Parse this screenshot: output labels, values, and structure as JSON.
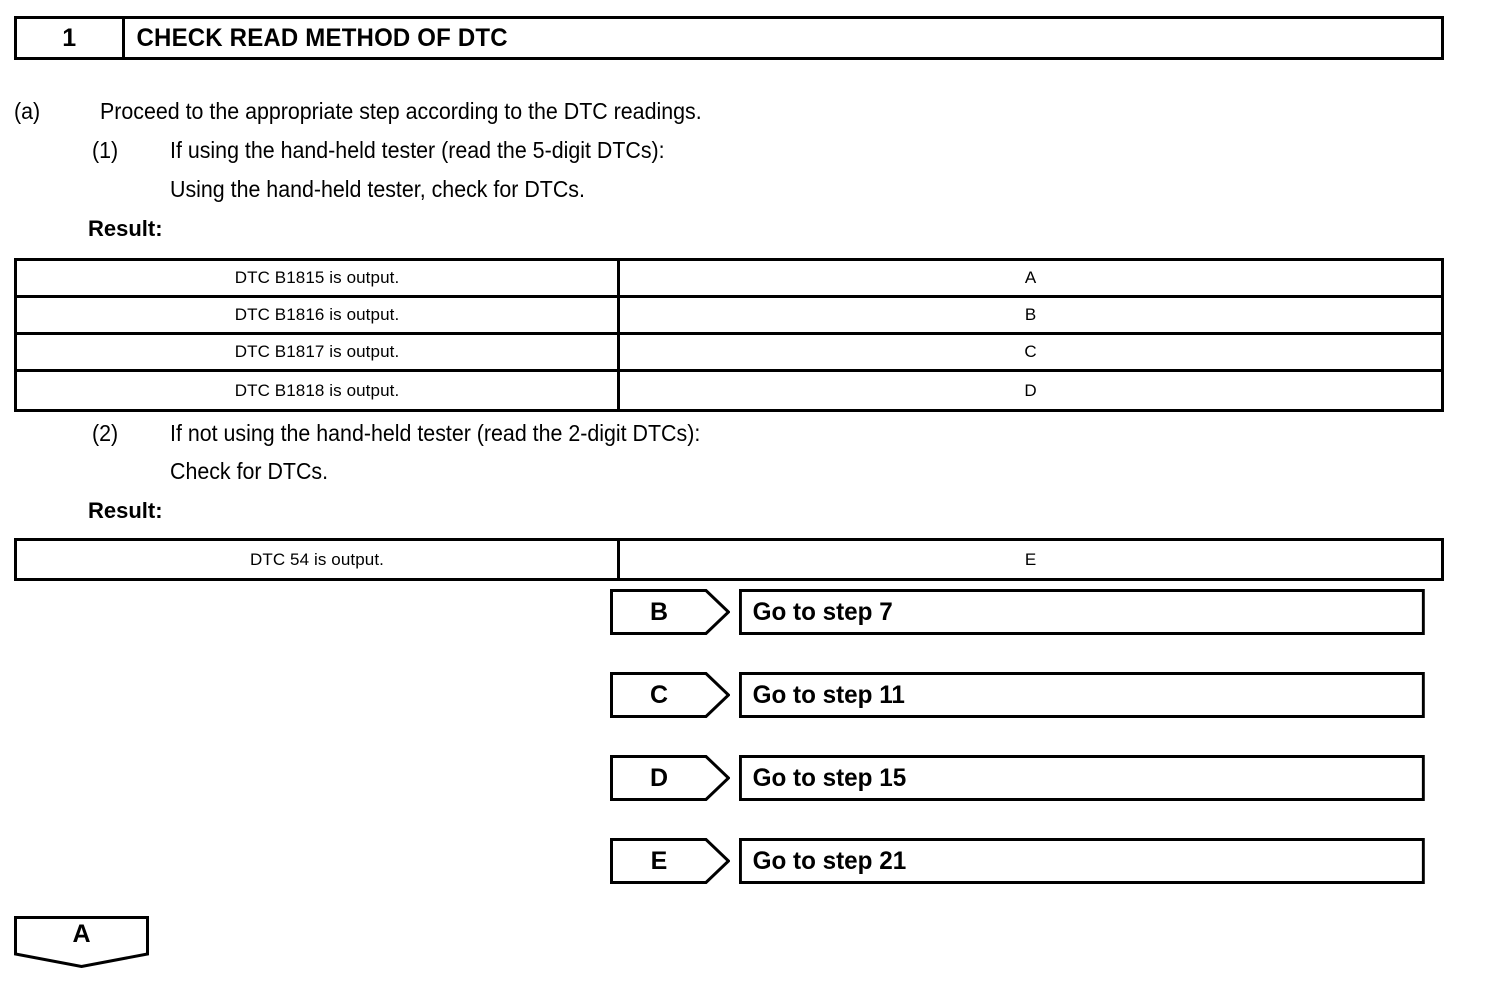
{
  "step_header": {
    "number": "1",
    "title": "CHECK READ METHOD OF DTC"
  },
  "body": {
    "item_a_marker": "(a)",
    "item_a_text": "Proceed to the appropriate step according to the DTC readings.",
    "sub1_marker": "(1)",
    "sub1_line1": "If using the hand-held tester (read the 5-digit DTCs):",
    "sub1_line2": "Using the hand-held tester, check for DTCs.",
    "result_label_1": "Result:",
    "sub2_marker": "(2)",
    "sub2_line1": "If not using the hand-held tester (read the 2-digit DTCs):",
    "sub2_line2": "Check for DTCs.",
    "result_label_2": "Result:"
  },
  "result_table_1": {
    "rows": [
      {
        "condition": "DTC B1815 is output.",
        "result": "A"
      },
      {
        "condition": "DTC B1816 is output.",
        "result": "B"
      },
      {
        "condition": "DTC B1817 is output.",
        "result": "C"
      },
      {
        "condition": "DTC B1818 is output.",
        "result": "D"
      }
    ]
  },
  "result_table_2": {
    "rows": [
      {
        "condition": "DTC 54 is output.",
        "result": "E"
      }
    ]
  },
  "goto_rows": [
    {
      "tag": "B",
      "label": "Go to step 7"
    },
    {
      "tag": "C",
      "label": "Go to step 11"
    },
    {
      "tag": "D",
      "label": "Go to step 15"
    },
    {
      "tag": "E",
      "label": "Go to step 21"
    }
  ],
  "bottom_banner": {
    "tag": "A"
  },
  "colors": {
    "ink": "#000000",
    "page": "#ffffff"
  }
}
